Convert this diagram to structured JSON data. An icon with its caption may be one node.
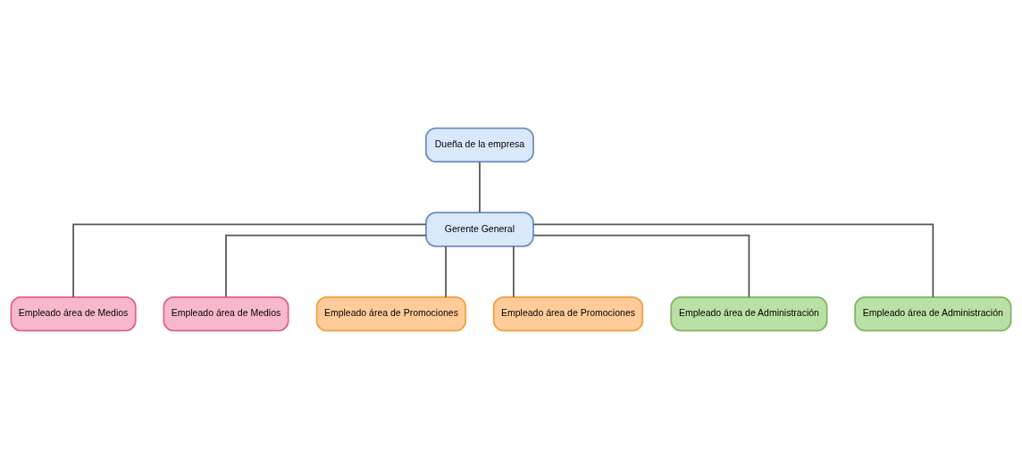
{
  "diagram": {
    "nodes": [
      {
        "text": [
          "Dueña de la empresa"
        ]
      },
      {
        "text": [
          "Gerente General"
        ]
      },
      {
        "text": [
          "Empleado área de Medios"
        ]
      },
      {
        "text": [
          "Empleado área de Medios"
        ]
      },
      {
        "text": [
          "Empleado área de Promociones"
        ]
      },
      {
        "text": [
          "Empleado área de Promociones"
        ]
      },
      {
        "text": [
          "Empleado área de Administración"
        ]
      },
      {
        "text": [
          "Empleado área de Administración"
        ]
      }
    ],
    "edges": [
      {
        "from": 0,
        "to": 1,
        "arrow": "none"
      },
      {
        "from": 1,
        "to": 2,
        "arrow": "none"
      },
      {
        "from": 1,
        "to": 3,
        "arrow": "none"
      },
      {
        "from": 1,
        "to": 4,
        "arrow": "none"
      },
      {
        "from": 1,
        "to": 5,
        "arrow": "none"
      },
      {
        "from": 1,
        "to": 6,
        "arrow": "none"
      },
      {
        "from": 1,
        "to": 7,
        "arrow": "none"
      }
    ]
  }
}
